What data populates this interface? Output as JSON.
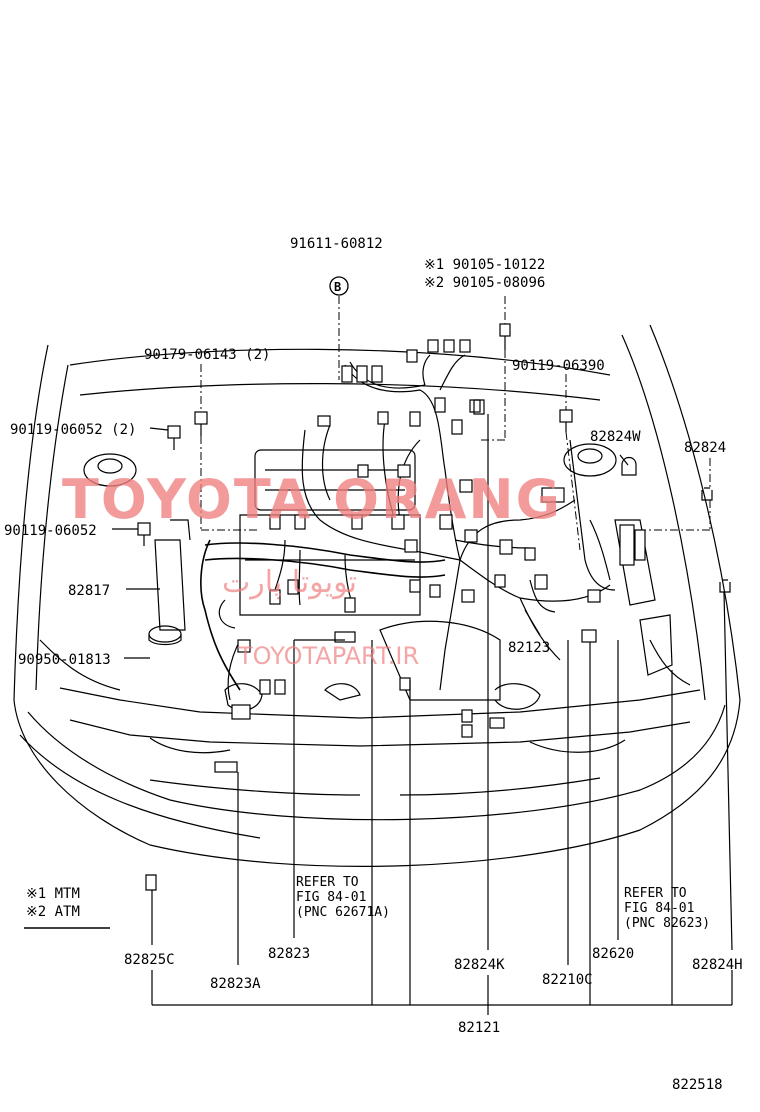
{
  "labels": {
    "p91611": "91611-60812",
    "circle_b": "B",
    "p90105_1": "※1 90105-10122",
    "p90105_2": "※2 90105-08096",
    "p90179": "90179-06143 (2)",
    "p90119_06390": "90119-06390",
    "p90119_06052_2": "90119-06052 (2)",
    "p82824w": "82824W",
    "p82824": "82824",
    "p90119_06052": "90119-06052",
    "p82817": "82817",
    "p90950": "90950-01813",
    "p82123": "82123",
    "refer_left_1": "REFER TO",
    "refer_left_2": "FIG 84-01",
    "refer_left_3": "(PNC 62671A)",
    "refer_right_1": "REFER TO",
    "refer_right_2": "FIG 84-01",
    "refer_right_3": "(PNC 82623)",
    "legend_1": "※1 MTM",
    "legend_2": "※2 ATM",
    "p82825c": "82825C",
    "p82823": "82823",
    "p82823a": "82823A",
    "p82824k": "82824K",
    "p82620": "82620",
    "p82210c": "82210C",
    "p82824h": "82824H",
    "p82121": "82121",
    "figure_no": "822518"
  },
  "watermark": {
    "main": "TOYOTA ORANG",
    "persian": "تویوتا پارت",
    "url": "TOYOTAPART.IR",
    "color": "#f08080"
  }
}
